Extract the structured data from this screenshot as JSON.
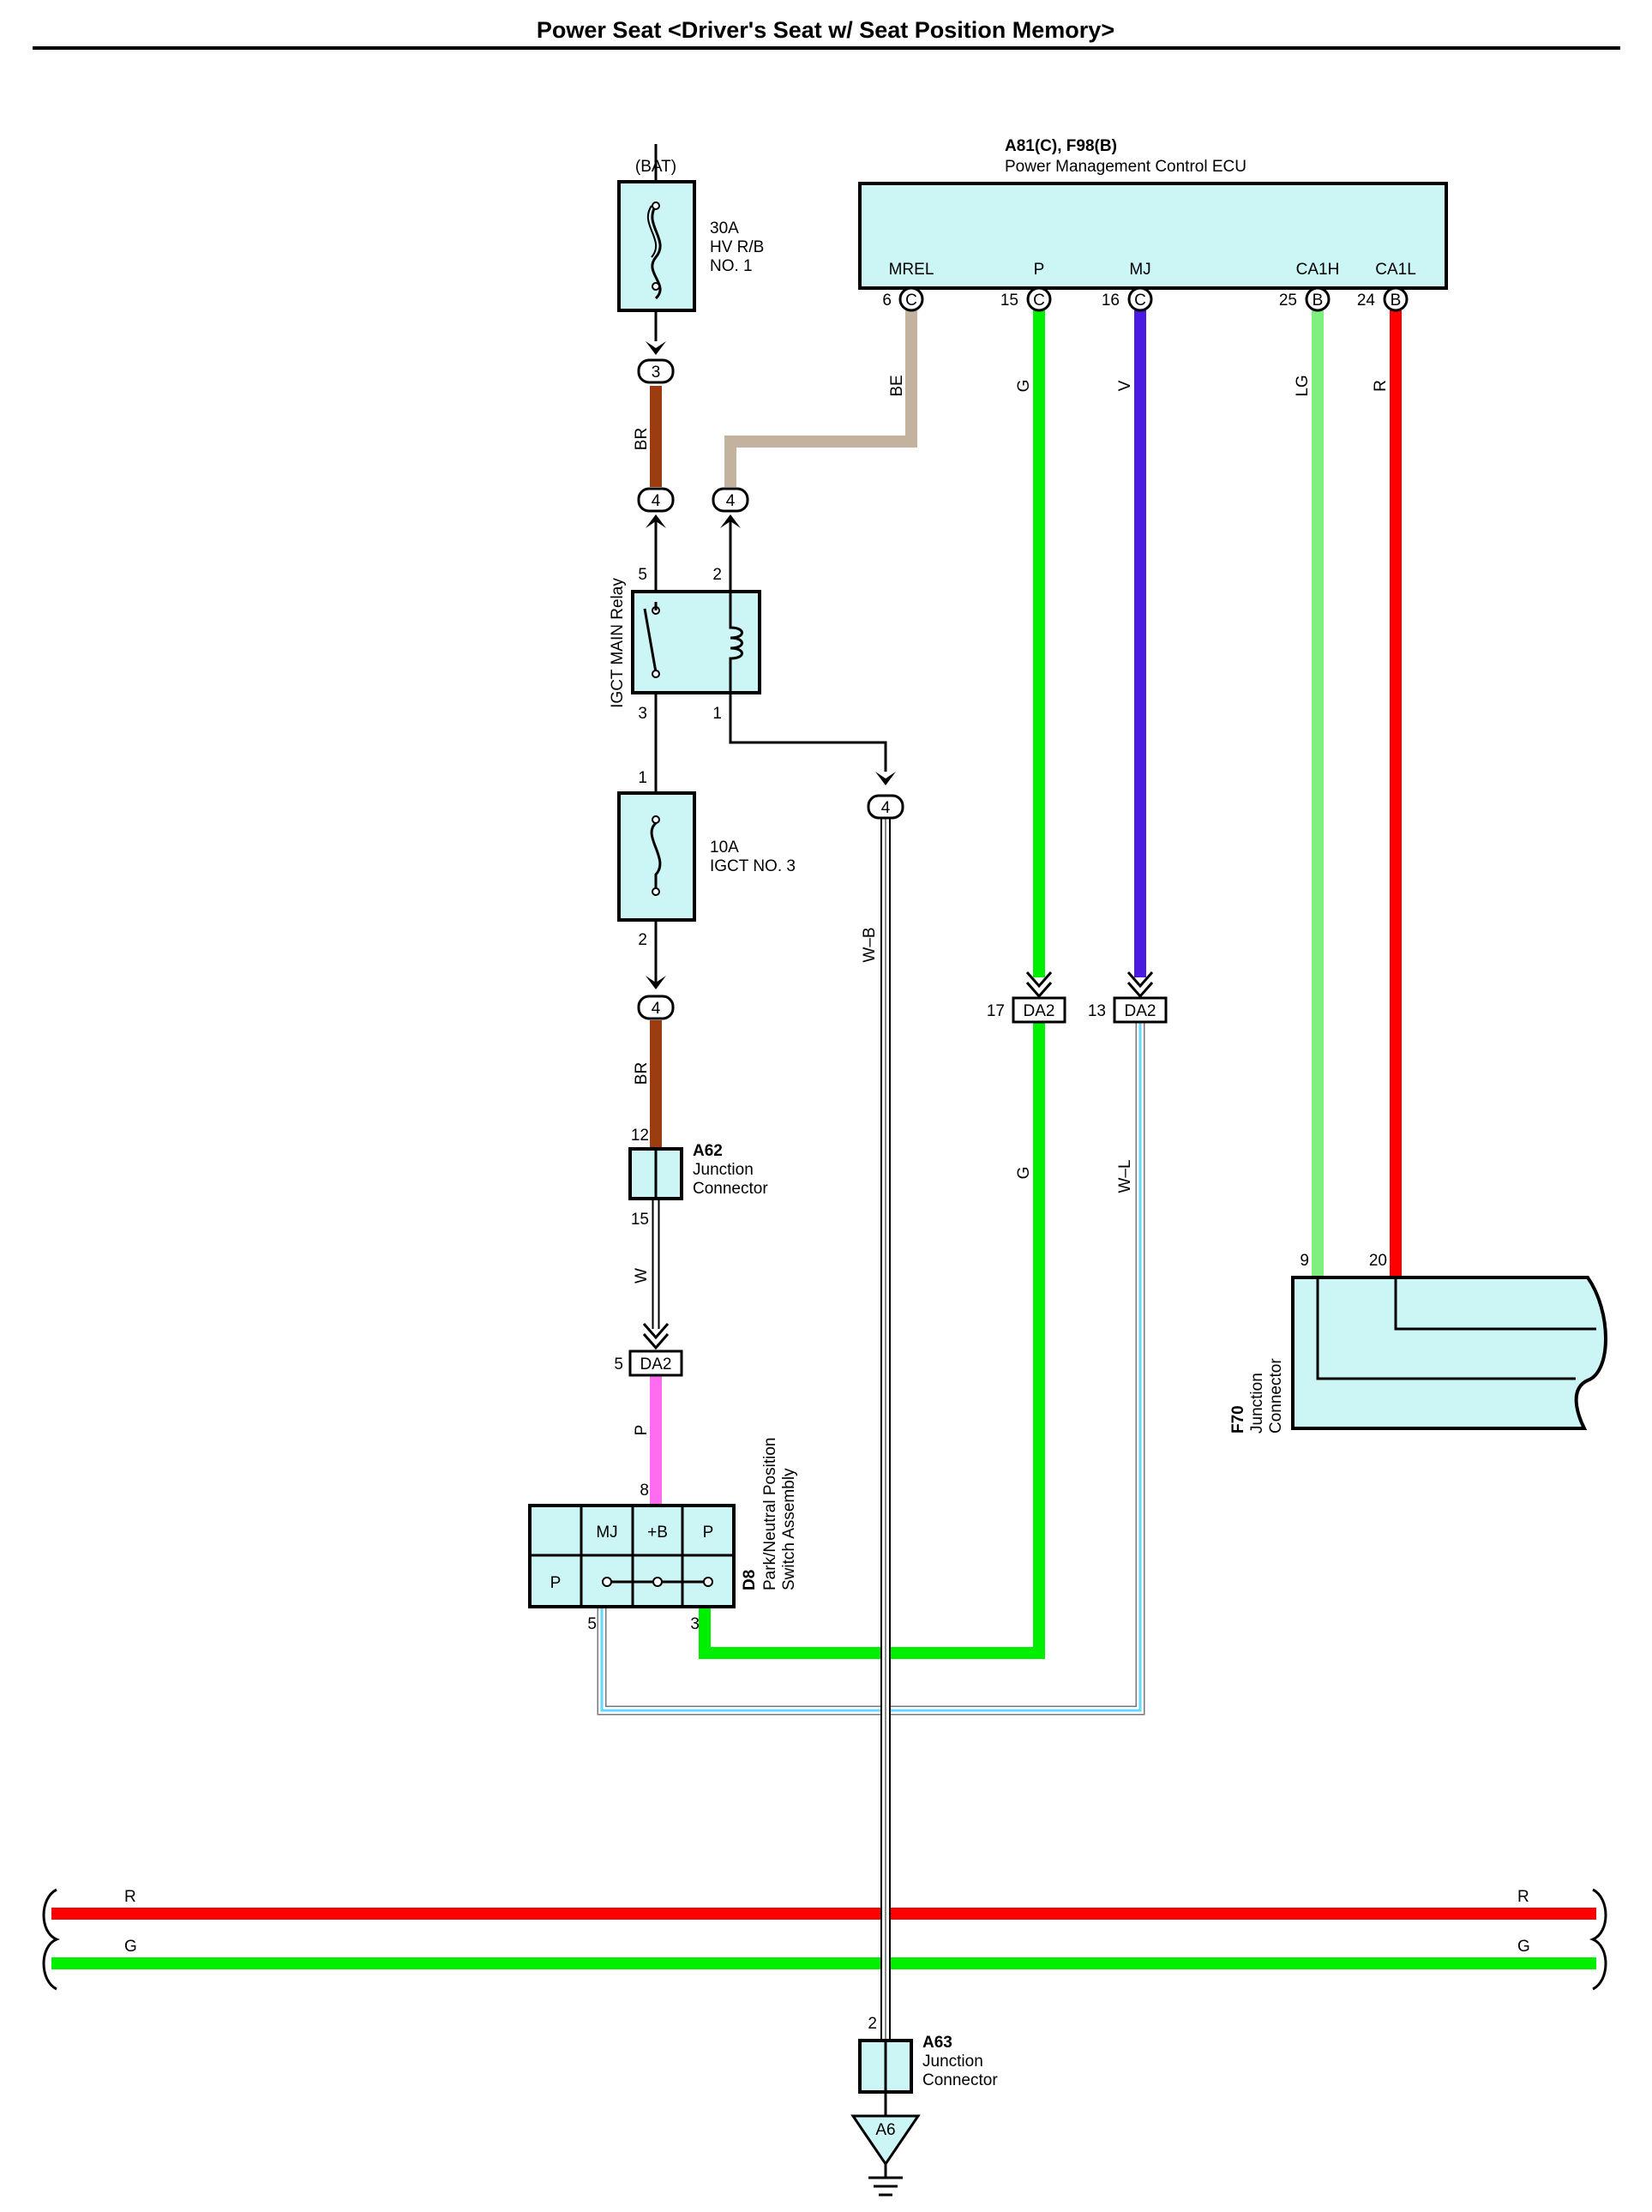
{
  "page": {
    "title": "Power Seat <Driver's Seat w/ Seat Position Memory>"
  },
  "colors": {
    "BR": "#9b3d10",
    "BE": "#c2b29e",
    "G": "#00ee00",
    "V": "#4a1ae0",
    "LG": "#7df07d",
    "R": "#ff0000",
    "P": "#ff6cf0",
    "W": "#ffffff",
    "W_B": "#ffffff",
    "W_L": "#66d8ff",
    "component_fill": "#ccf5f5"
  },
  "bat": {
    "label": "(BAT)"
  },
  "fuse1": {
    "rating": "30A",
    "name1": "HV R/B",
    "name2": "NO. 1"
  },
  "fuse2": {
    "rating": "10A",
    "name": "IGCT NO. 3",
    "pin_top": "1",
    "pin_bottom": "2"
  },
  "ecu": {
    "code": "A81(C), F98(B)",
    "name": "Power Management Control ECU",
    "pins": [
      {
        "label": "MREL",
        "num": "6",
        "conn": "C"
      },
      {
        "label": "P",
        "num": "15",
        "conn": "C"
      },
      {
        "label": "MJ",
        "num": "16",
        "conn": "C"
      },
      {
        "label": "CA1H",
        "num": "25",
        "conn": "B"
      },
      {
        "label": "CA1L",
        "num": "24",
        "conn": "B"
      }
    ]
  },
  "relay": {
    "name": "IGCT MAIN Relay",
    "pin5": "5",
    "pin2": "2",
    "pin3": "3",
    "pin1": "1"
  },
  "junction_pins": {
    "j3": "3",
    "j4a": "4",
    "j4b": "4",
    "j4c": "4",
    "j4d": "4"
  },
  "wire_labels": {
    "br1": "BR",
    "be": "BE",
    "g1": "G",
    "v": "V",
    "lg": "LG",
    "r": "R",
    "br2": "BR",
    "w": "W",
    "p": "P",
    "wb": "W–B",
    "g2": "G",
    "wl": "W–L"
  },
  "da2": {
    "name": "DA2",
    "p17": "17",
    "p13": "13",
    "p5": "5"
  },
  "a62": {
    "code": "A62",
    "line1": "Junction",
    "line2": "Connector",
    "pin_top": "12",
    "pin_bottom": "15"
  },
  "d8": {
    "code": "D8",
    "line1": "Park/Neutral Position",
    "line2": "Switch Assembly",
    "top_cells": [
      "MJ",
      "+B",
      "P"
    ],
    "bottom_cell": "P",
    "pin_top": "8",
    "pin5": "5",
    "pin3": "3"
  },
  "f70": {
    "code": "F70",
    "line1": "Junction",
    "line2": "Connector",
    "pin9": "9",
    "pin20": "20"
  },
  "can": {
    "r_left": "R",
    "r_right": "R",
    "g_left": "G",
    "g_right": "G"
  },
  "a63": {
    "code": "A63",
    "line1": "Junction",
    "line2": "Connector",
    "pin": "2"
  },
  "ground": {
    "label": "A6"
  }
}
